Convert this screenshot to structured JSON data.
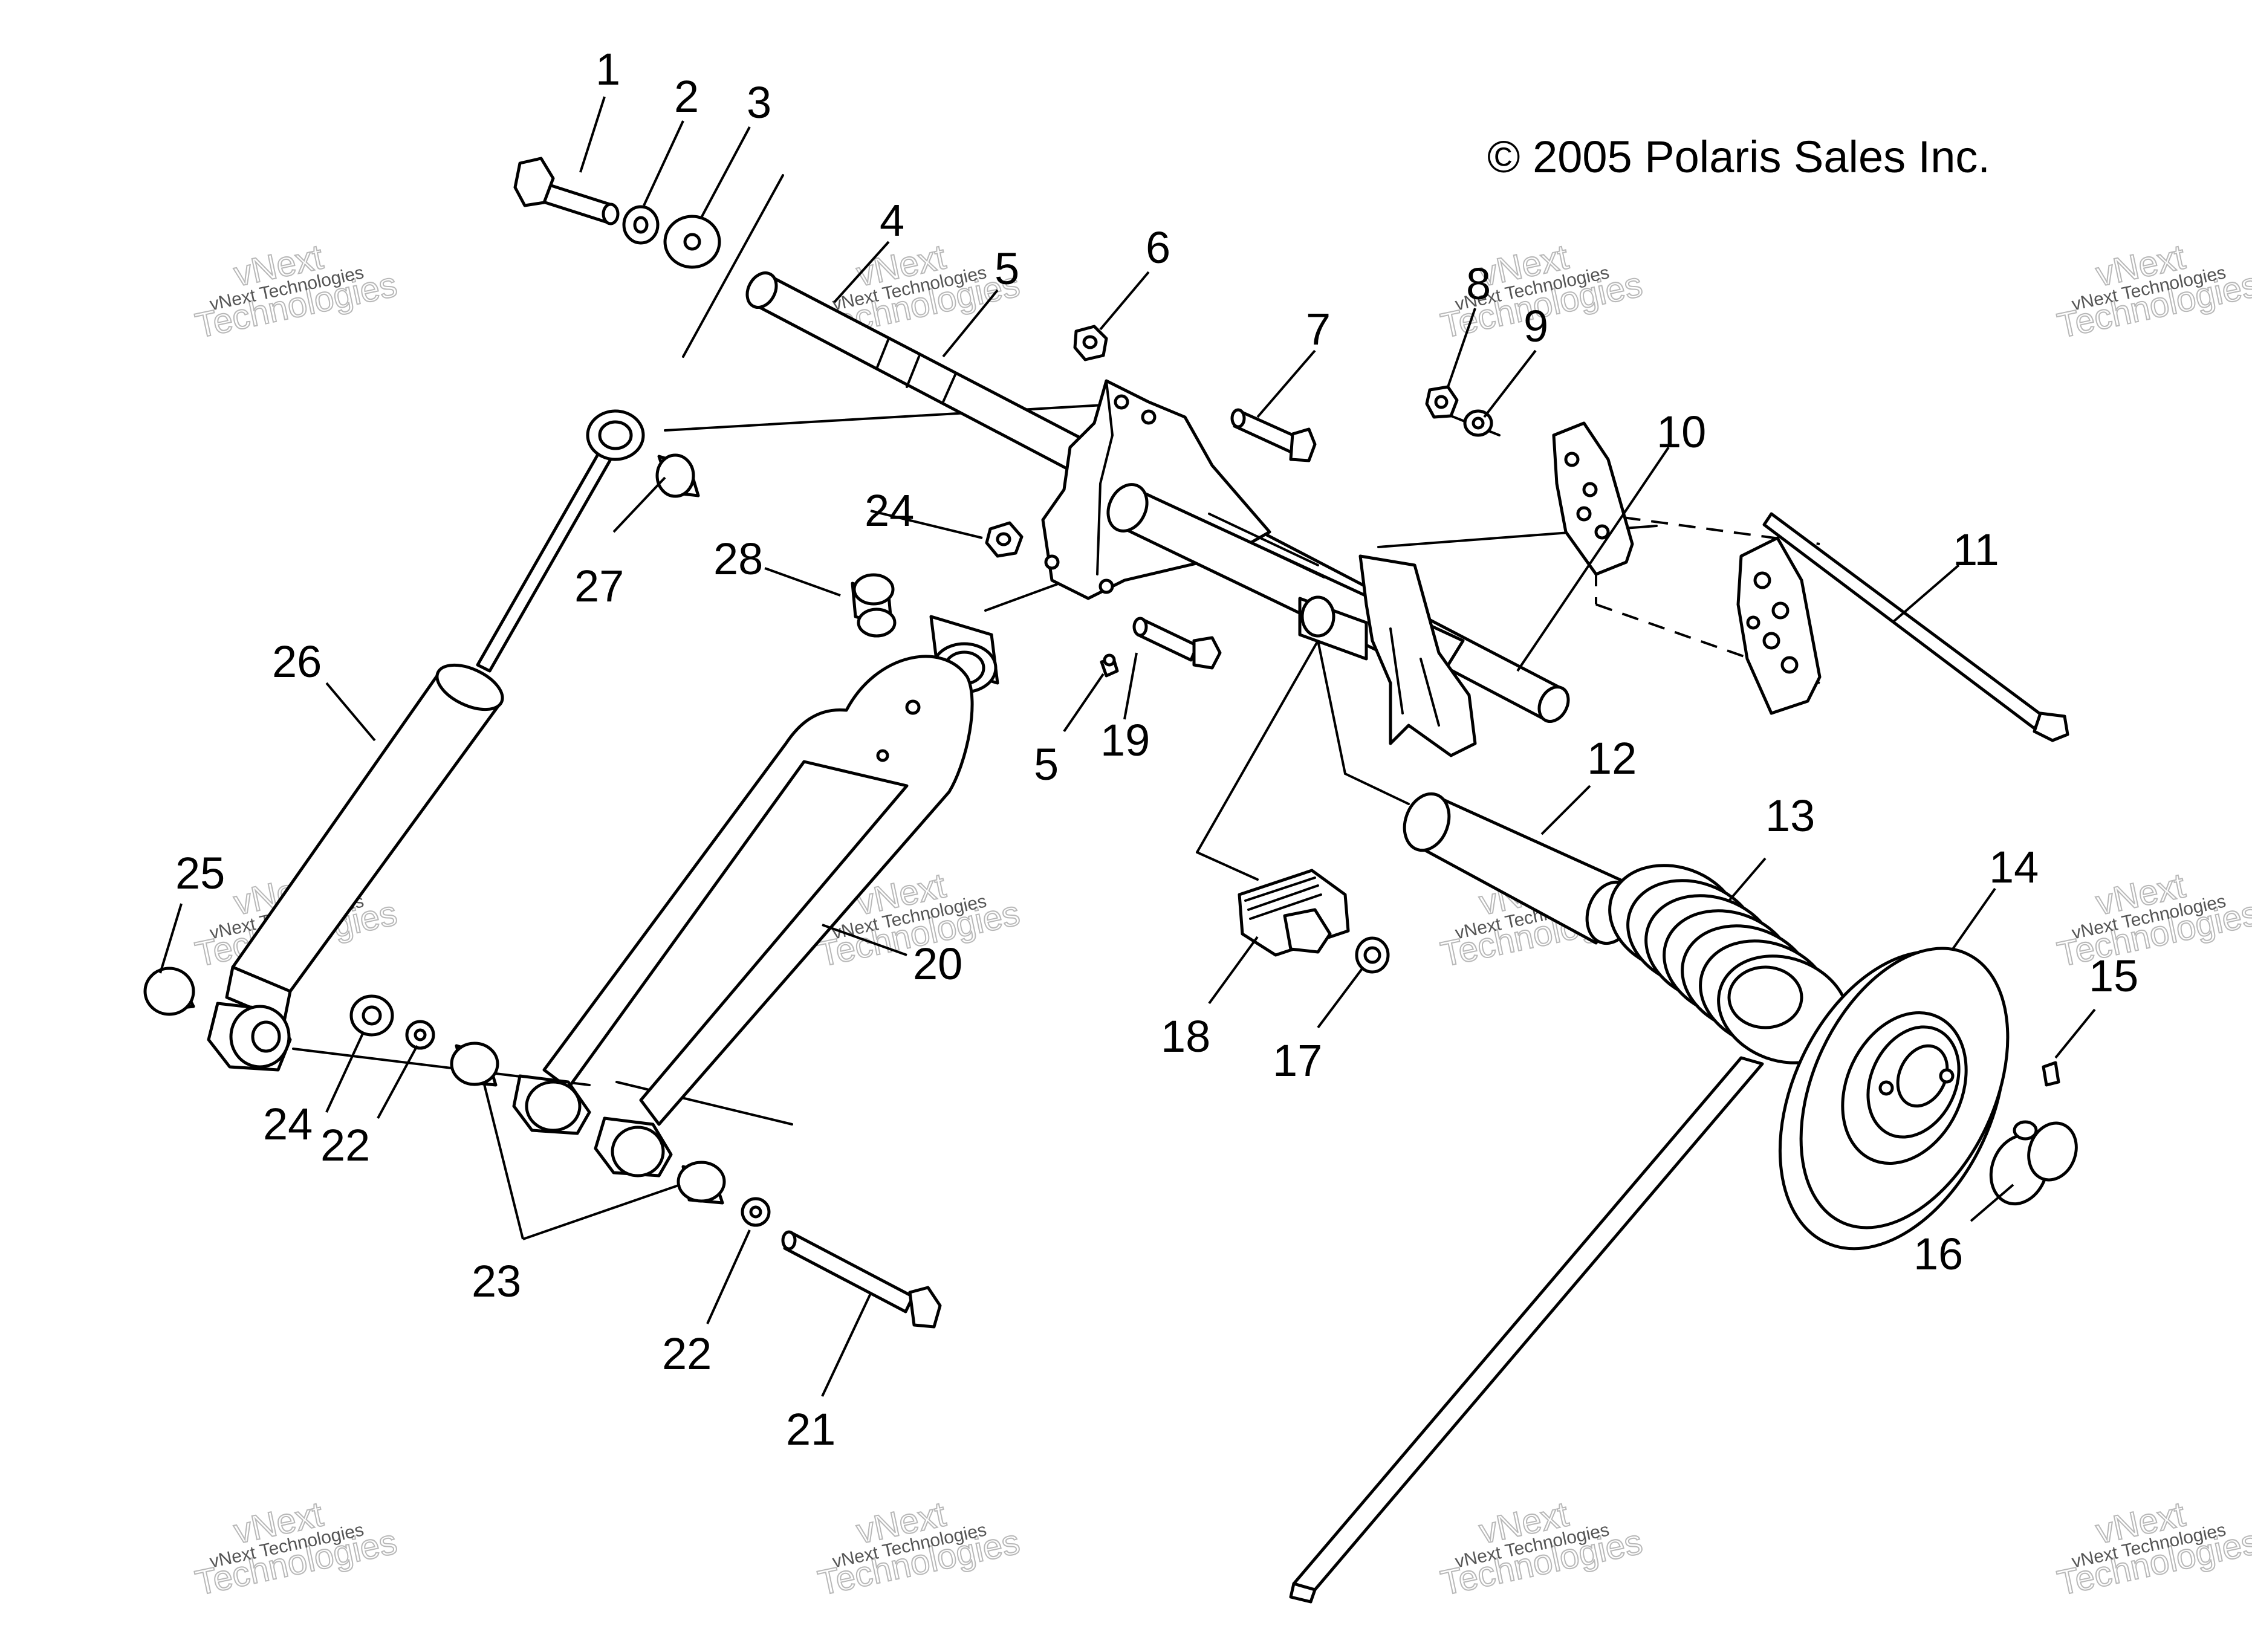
{
  "copyright": "© 2005 Polaris Sales Inc.",
  "watermark": {
    "small": "vNext Technologies",
    "big_line1": "vNext",
    "big_line2": "Technologies"
  },
  "callouts": [
    {
      "id": "c1",
      "text": "1"
    },
    {
      "id": "c2",
      "text": "2"
    },
    {
      "id": "c3",
      "text": "3"
    },
    {
      "id": "c4",
      "text": "4"
    },
    {
      "id": "c5a",
      "text": "5"
    },
    {
      "id": "c5b",
      "text": "5"
    },
    {
      "id": "c6",
      "text": "6"
    },
    {
      "id": "c7",
      "text": "7"
    },
    {
      "id": "c8",
      "text": "8"
    },
    {
      "id": "c9",
      "text": "9"
    },
    {
      "id": "c10",
      "text": "10"
    },
    {
      "id": "c11",
      "text": "11"
    },
    {
      "id": "c12",
      "text": "12"
    },
    {
      "id": "c13",
      "text": "13"
    },
    {
      "id": "c14",
      "text": "14"
    },
    {
      "id": "c15",
      "text": "15"
    },
    {
      "id": "c16",
      "text": "16"
    },
    {
      "id": "c17",
      "text": "17"
    },
    {
      "id": "c18",
      "text": "18"
    },
    {
      "id": "c19",
      "text": "19"
    },
    {
      "id": "c20",
      "text": "20"
    },
    {
      "id": "c21",
      "text": "21"
    },
    {
      "id": "c22a",
      "text": "22"
    },
    {
      "id": "c22b",
      "text": "22"
    },
    {
      "id": "c23",
      "text": "23"
    },
    {
      "id": "c24a",
      "text": "24"
    },
    {
      "id": "c24b",
      "text": "24"
    },
    {
      "id": "c25",
      "text": "25"
    },
    {
      "id": "c26",
      "text": "26"
    },
    {
      "id": "c27",
      "text": "27"
    },
    {
      "id": "c28",
      "text": "28"
    }
  ]
}
